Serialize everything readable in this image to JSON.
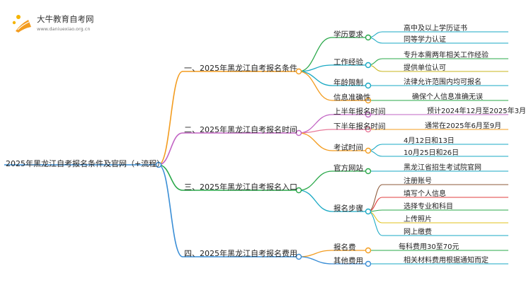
{
  "brand": {
    "name": "大牛教育自考网",
    "url": "www.daniuexiao.org.cn",
    "icon": "graduation-cap-book-logo"
  },
  "mindmap": {
    "root": "2025年黑龙江自考报名条件及官网（+流程）",
    "branches": [
      {
        "label": "一、2025年黑龙江自考报名条件",
        "color": "#f39c1f",
        "children": [
          {
            "label": "学历要求",
            "color": "#2aa84a",
            "items": [
              {
                "text": "高中及以上学历证书",
                "color": "#1aa9c4"
              },
              {
                "text": "同等学力认证",
                "color": "#1aa9c4"
              }
            ]
          },
          {
            "label": "工作经验",
            "color": "#1aa9c4",
            "items": [
              {
                "text": "专升本需两年相关工作经验",
                "color": "#2aa84a"
              },
              {
                "text": "提供单位认可",
                "color": "#c9b51c"
              }
            ]
          },
          {
            "label": "年龄限制",
            "color": "#1aa9c4",
            "items": [
              {
                "text": "法律允许范围内均可报名",
                "color": "#1aa9c4"
              }
            ]
          },
          {
            "label": "信息准确性",
            "color": "#f39c1f",
            "items": [
              {
                "text": "确保个人信息准确无误",
                "color": "#2aa84a"
              }
            ]
          }
        ]
      },
      {
        "label": "二、2025年黑龙江自考报名时间",
        "color": "#c264c4",
        "children": [
          {
            "label": "上半年报名时间",
            "color": "#c264c4",
            "items": [
              {
                "text": "预计2024年12月至2025年3月",
                "color": "#c264c4"
              }
            ]
          },
          {
            "label": "下半年报名时间",
            "color": "#e87a9a",
            "items": [
              {
                "text": "通常在2025年6月至9月",
                "color": "#f39c1f"
              }
            ]
          },
          {
            "label": "考试时间",
            "color": "#f39c1f",
            "items": [
              {
                "text": "4月12日和13日",
                "color": "#1aa9c4"
              },
              {
                "text": "10月25日和26日",
                "color": "#1aa9c4"
              }
            ]
          }
        ]
      },
      {
        "label": "三、2025年黑龙江自考报名入口",
        "color": "#2aa84a",
        "children": [
          {
            "label": "官方网站",
            "color": "#2aa84a",
            "items": [
              {
                "text": "黑龙江省招生考试院官网",
                "color": "#1aa9c4"
              }
            ]
          },
          {
            "label": "报名步骤",
            "color": "#1aa9c4",
            "items": [
              {
                "text": "注册账号",
                "color": "#8d5a3a"
              },
              {
                "text": "填写个人信息",
                "color": "#e03c3c"
              },
              {
                "text": "选择专业和科目",
                "color": "#2aa84a"
              },
              {
                "text": "上传照片",
                "color": "#e2c21d"
              },
              {
                "text": "网上缴费",
                "color": "#1aa9c4"
              }
            ]
          }
        ]
      },
      {
        "label": "四、2025年黑龙江自考报名费用",
        "color": "#3a8ed6",
        "children": [
          {
            "label": "报名费",
            "color": "#f39c1f",
            "items": [
              {
                "text": "每科费用30至70元",
                "color": "#2aa84a"
              }
            ]
          },
          {
            "label": "其他费用",
            "color": "#3a8ed6",
            "items": [
              {
                "text": "相关材料费用根据通知而定",
                "color": "#1aa9c4"
              }
            ]
          }
        ]
      }
    ]
  }
}
